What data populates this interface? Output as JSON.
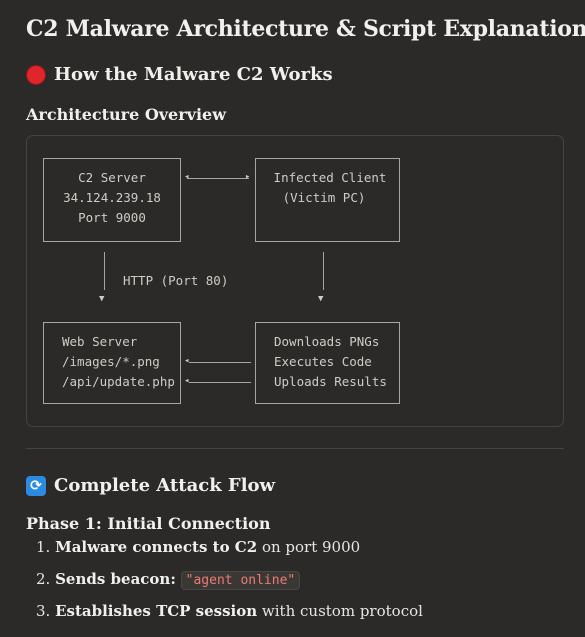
{
  "title": "C2 Malware Architecture & Script Explanation",
  "section1": {
    "icon": "red-circle-icon",
    "heading": "How the Malware C2 Works"
  },
  "arch_heading": "Architecture Overview",
  "diagram": {
    "c2_server": [
      "C2 Server",
      "34.124.239.18",
      "Port 9000"
    ],
    "client": [
      "Infected Client",
      "(Victim PC)"
    ],
    "http_label": "HTTP (Port 80)",
    "web_server": [
      "Web Server",
      "/images/*.png",
      "/api/update.php"
    ],
    "actions": [
      "Downloads PNGs",
      "Executes Code",
      "Uploads Results"
    ]
  },
  "section2": {
    "icon": "cycle-arrows-icon",
    "heading": "Complete Attack Flow"
  },
  "phase1": {
    "heading": "Phase 1: Initial Connection",
    "steps": [
      {
        "num": "1.",
        "bold": "Malware connects to C2",
        "rest": " on port 9000"
      },
      {
        "num": "2.",
        "bold": "Sends beacon:",
        "code": "\"agent online\""
      },
      {
        "num": "3.",
        "bold": "Establishes TCP session",
        "rest": " with custom protocol"
      }
    ]
  }
}
